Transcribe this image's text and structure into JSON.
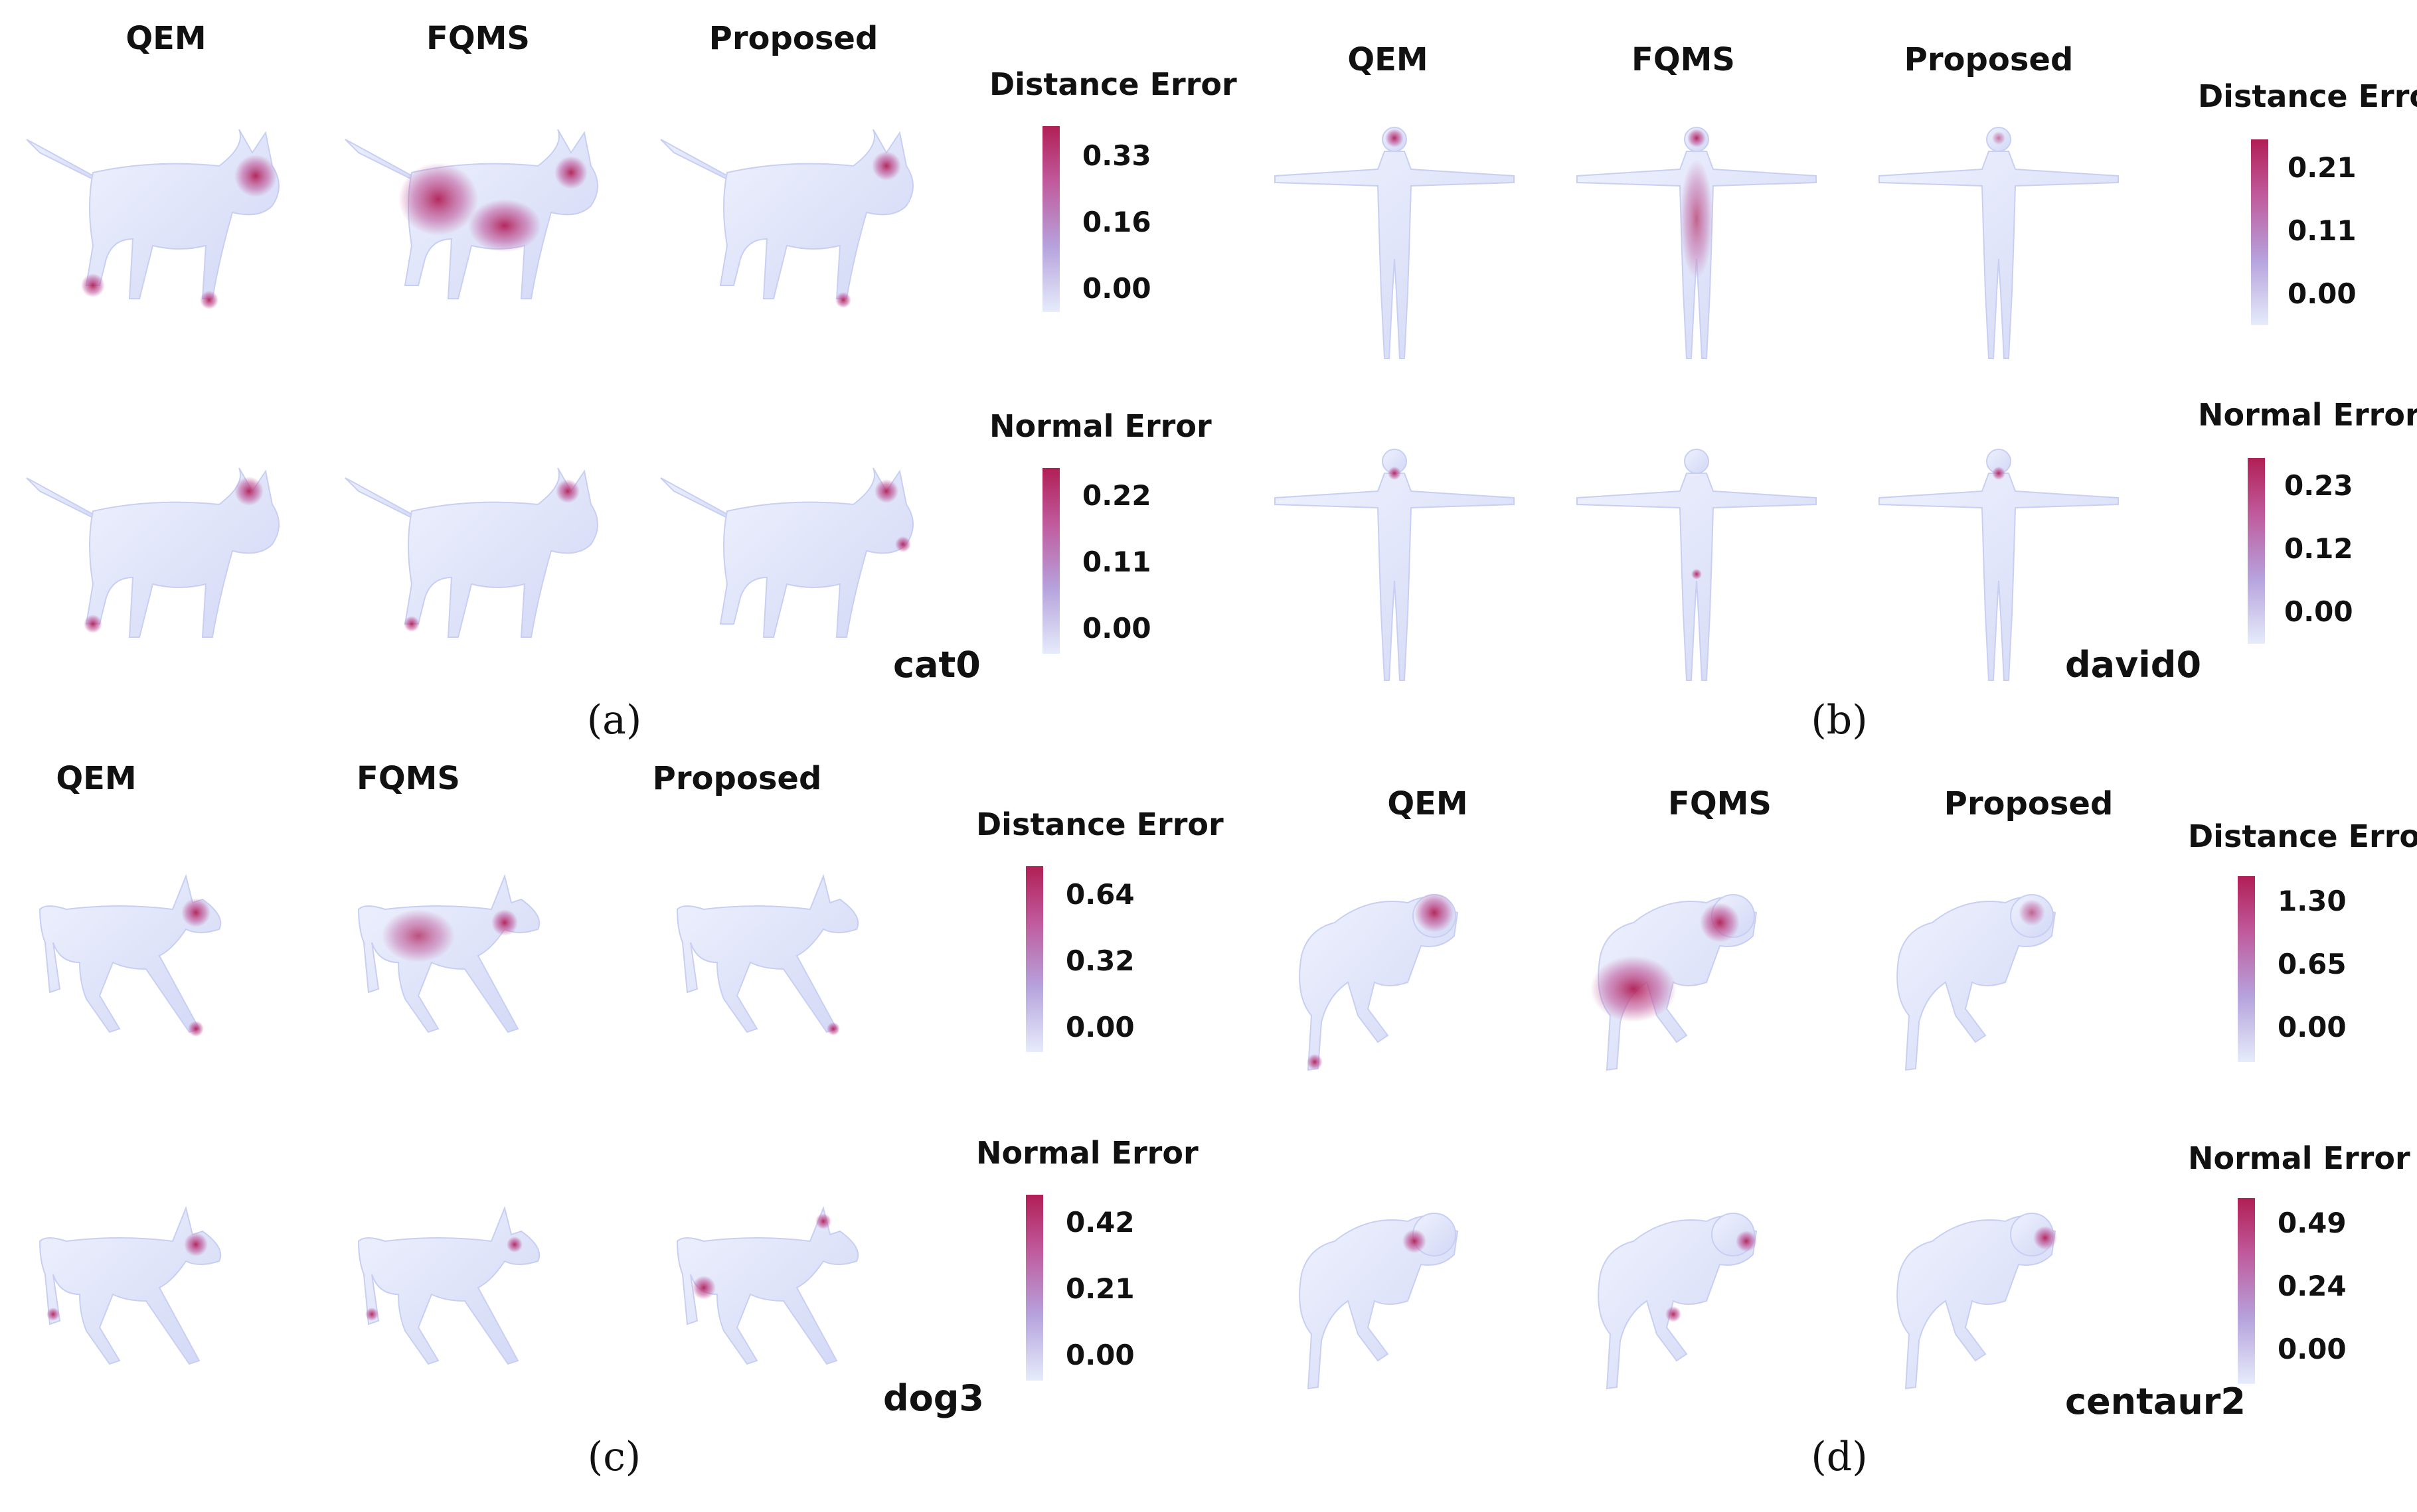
{
  "columns": [
    "QEM",
    "FQMS",
    "Proposed"
  ],
  "legend_titles": {
    "distance": "Distance Error",
    "normal": "Normal Error"
  },
  "panels": {
    "a": {
      "label": "(a)",
      "model": "cat0",
      "distance_ticks": [
        "0.33",
        "0.16",
        "0.00"
      ],
      "normal_ticks": [
        "0.22",
        "0.11",
        "0.00"
      ]
    },
    "b": {
      "label": "(b)",
      "model": "david0",
      "distance_ticks": [
        "0.21",
        "0.11",
        "0.00"
      ],
      "normal_ticks": [
        "0.23",
        "0.12",
        "0.00"
      ]
    },
    "c": {
      "label": "(c)",
      "model": "dog3",
      "distance_ticks": [
        "0.64",
        "0.32",
        "0.00"
      ],
      "normal_ticks": [
        "0.42",
        "0.21",
        "0.00"
      ]
    },
    "d": {
      "label": "(d)",
      "model": "centaur2",
      "distance_ticks": [
        "1.30",
        "0.65",
        "0.00"
      ],
      "normal_ticks": [
        "0.49",
        "0.24",
        "0.00"
      ]
    }
  },
  "colors": {
    "low": "#e6ecfb",
    "mid": "#b6a3dd",
    "high": "#b11f55",
    "mesh_base": "#dfe4fa"
  }
}
